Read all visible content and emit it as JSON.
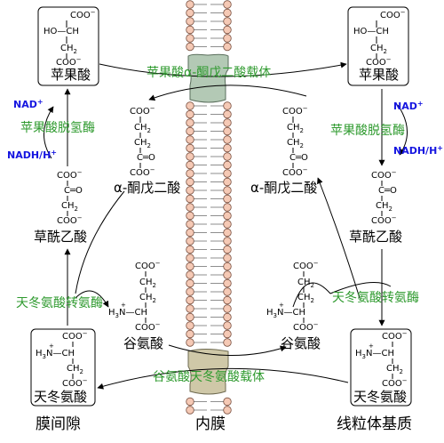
{
  "colors": {
    "enzyme_label": "#2e9a2e",
    "cofactor_label": "#1515e0",
    "lipid_head": "#f5c9b5",
    "transporter_top": "#b3c9b5",
    "transporter_bottom": "#cfc8a8"
  },
  "regions": {
    "left": "膜间隙",
    "center": "内膜",
    "right": "线粒体基质"
  },
  "transporters": {
    "top": "苹果酸α-酮戊二酸载体",
    "bottom": "谷氨酸天冬氨酸载体"
  },
  "enzymes": {
    "mdh_left": "苹果酸脱氢酶",
    "mdh_right": "苹果酸脱氢酶",
    "ast_left": "天冬氨酸转氨酶",
    "ast_right": "天冬氨酸转氨酶"
  },
  "cofactors": {
    "nad_left": "NAD",
    "nad_left_sup": "+",
    "nadh_left": "NADH/H",
    "nadh_left_sup": "+",
    "nad_right": "NAD",
    "nad_right_sup": "+",
    "nadh_right": "NADH/H",
    "nadh_right_sup": "+"
  },
  "metabolites": {
    "malate_left": "苹果酸",
    "malate_right": "苹果酸",
    "oxaloacetate_left": "草酰乙酸",
    "oxaloacetate_right": "草酰乙酸",
    "akg_left": "α-酮戊二酸",
    "akg_right": "α-酮戊二酸",
    "glutamate_left": "谷氨酸",
    "glutamate_right": "谷氨酸",
    "aspartate_left": "天冬氨酸",
    "aspartate_right": "天冬氨酸"
  },
  "structure_text": {
    "coo": "COO",
    "minus": "−",
    "ho_ch": "HO—CH",
    "ch": "CH",
    "ch2": "CH",
    "sub2": "2",
    "c_eq_o": "C═O",
    "c": "C",
    "eq_o": "═O",
    "h3n": "H",
    "h3n_sub": "3",
    "n": "N",
    "plus": "+"
  }
}
